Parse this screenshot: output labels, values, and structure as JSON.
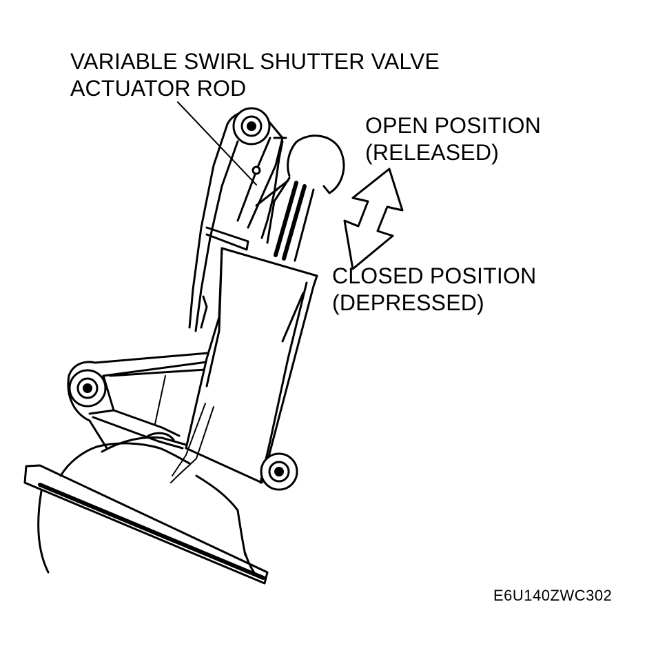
{
  "labels": {
    "actuator_rod_line1": "VARIABLE SWIRL SHUTTER VALVE",
    "actuator_rod_line2": "ACTUATOR ROD",
    "open_line1": "OPEN POSITION",
    "open_line2": "(RELEASED)",
    "closed_line1": "CLOSED POSITION",
    "closed_line2": "(DEPRESSED)",
    "figure_code": "E6U140ZWC302"
  },
  "colors": {
    "ink": "#000000",
    "background": "#ffffff"
  },
  "icons": {
    "motion_arrow": "double-headed-arrow-icon",
    "bolt": "bolt-icon"
  }
}
